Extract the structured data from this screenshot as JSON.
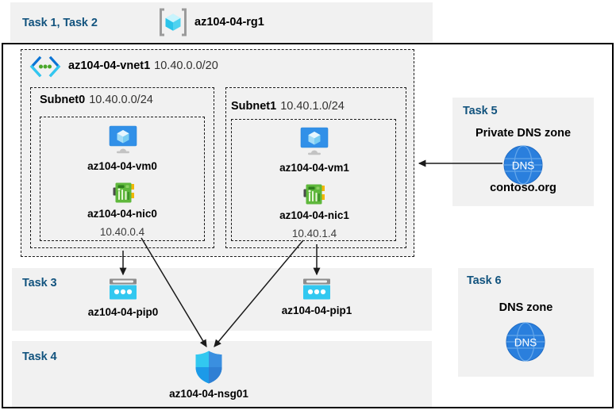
{
  "diagram": {
    "title_bar": {
      "task_label": "Task 1, Task 2",
      "resource_group_icon": "resource-group-icon",
      "resource_group_name": "az104-04-rg1"
    },
    "vnet": {
      "icon": "virtual-network-icon",
      "name": "az104-04-vnet1",
      "cidr": "10.40.0.0/20"
    },
    "subnets": [
      {
        "name": "Subnet0",
        "cidr": "10.40.0.0/24",
        "vm": {
          "icon": "virtual-machine-icon",
          "label": "az104-04-vm0"
        },
        "nic": {
          "icon": "network-interface-icon",
          "label": "az104-04-nic0",
          "ip": "10.40.0.4"
        }
      },
      {
        "name": "Subnet1",
        "cidr": "10.40.1.0/24",
        "vm": {
          "icon": "virtual-machine-icon",
          "label": "az104-04-vm1"
        },
        "nic": {
          "icon": "network-interface-icon",
          "label": "az104-04-nic1",
          "ip": "10.40.1.4"
        }
      }
    ],
    "task3": {
      "task_label": "Task 3",
      "public_ips": [
        {
          "icon": "public-ip-address-icon",
          "label": "az104-04-pip0"
        },
        {
          "icon": "public-ip-address-icon",
          "label": "az104-04-pip1"
        }
      ]
    },
    "task4": {
      "task_label": "Task 4",
      "nsg": {
        "icon": "network-security-group-icon",
        "label": "az104-04-nsg01"
      }
    },
    "task5": {
      "task_label": "Task 5",
      "heading": "Private DNS zone",
      "icon": "dns-zone-icon",
      "icon_text": "DNS",
      "zone_name": "contoso.org"
    },
    "task6": {
      "task_label": "Task 6",
      "heading": "DNS zone",
      "icon": "dns-zone-icon",
      "icon_text": "DNS"
    },
    "colors": {
      "task_label": "#12537e",
      "band_background": "#f1f1f1",
      "border": "#000000",
      "azure_blue": "#0078d4",
      "cyan": "#32c8f0",
      "nic_green": "#5fb83c",
      "dns_blue": "#1f7fe0"
    }
  }
}
